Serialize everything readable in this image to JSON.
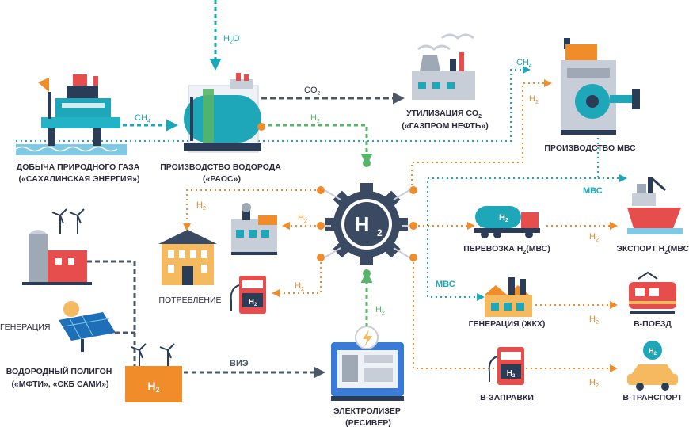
{
  "labels": {
    "gas_extraction": [
      "ДОБЫЧА ПРИРОДНОГО ГАЗА",
      "(«САХАЛИНСКАЯ ЭНЕРГИЯ»)"
    ],
    "hydrogen_production": [
      "ПРОИЗВОДСТВО ВОДОРОДА",
      "(«РАОС»)"
    ],
    "co2_utilization": [
      "УТИЛИЗАЦИЯ CO",
      "2",
      "(«ГАЗПРОМ НЕФТЬ»)"
    ],
    "mvs_production": "ПРОИЗВОДСТВО МВС",
    "transport": [
      "ПЕРЕВОЗКА H",
      "2",
      "(МВС)"
    ],
    "export": [
      "ЭКСПОРТ H",
      "2",
      "(МВС)"
    ],
    "consumption": "ПОТРЕБЛЕНИЕ",
    "generation_left": "ГЕНЕРАЦИЯ",
    "generation_zhkh": "ГЕНЕРАЦИЯ (ЖКХ)",
    "train": "В-ПОЕЗД",
    "hydrogen_polygon": [
      "ВОДОРОДНЫЙ ПОЛИГОН",
      "(«МФТИ», «СКБ САМИ»)"
    ],
    "electrolyzer": [
      "ЭЛЕКТРОЛИЗЕР",
      "(РЕСИВЕР)"
    ],
    "refueling": "В-ЗАПРАВКИ",
    "vehicle": "В-ТРАНСПОРТ"
  },
  "flows": {
    "h2o": [
      "H",
      "2",
      "O"
    ],
    "ch4": [
      "CH",
      "4"
    ],
    "co2": [
      "CO",
      "2"
    ],
    "h2": [
      "H",
      "2"
    ],
    "mvs": "МВС",
    "vie": "ВИЭ"
  },
  "hub": {
    "symbol": "H",
    "subscript": "2"
  },
  "icons": {
    "tank_h2": [
      "H",
      "2"
    ],
    "pump_h2": [
      "H",
      "2"
    ],
    "container_h2": [
      "H",
      "2"
    ],
    "car_h2": [
      "H",
      "2"
    ]
  },
  "colors": {
    "orange": "#f08c2a",
    "teal": "#1ea7b8",
    "green": "#57b56a",
    "gray": "#4d5866",
    "dark": "#2b2b3d",
    "hub": "#3a4a63"
  }
}
